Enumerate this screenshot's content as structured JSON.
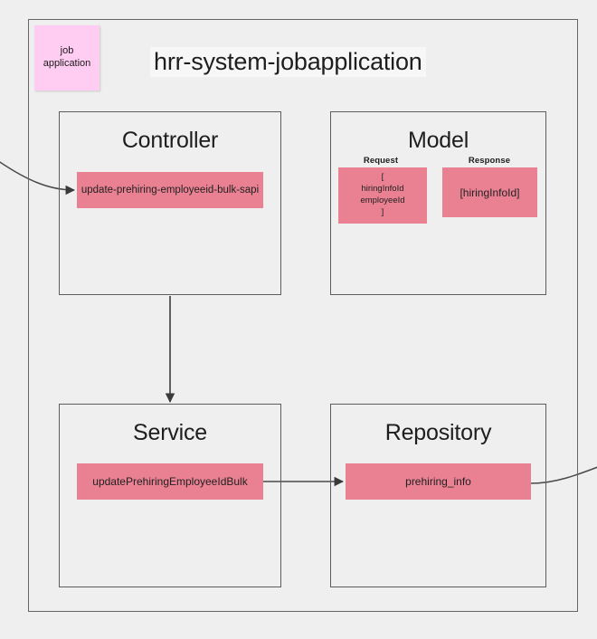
{
  "diagram": {
    "type": "layered-architecture-flow",
    "background_color": "#efefef",
    "accent_color": "#ea8193",
    "note_color": "#ffccf2",
    "border_color": "#5d5d5d",
    "title": "hrr-system-jobapplication",
    "sticky_note": {
      "line1": "job",
      "line2": "application"
    },
    "layers": [
      {
        "key": "controller",
        "title": "Controller",
        "items": [
          {
            "label": "update-prehiring-employeeid-bulk-sapi"
          }
        ]
      },
      {
        "key": "model",
        "title": "Model",
        "request_label": "Request",
        "response_label": "Response",
        "request_lines": [
          "[",
          "hiringInfoId",
          "employeeId",
          "]"
        ],
        "response_value": "[hiringInfoId]"
      },
      {
        "key": "service",
        "title": "Service",
        "items": [
          {
            "label": "updatePrehiringEmployeeIdBulk"
          }
        ]
      },
      {
        "key": "repository",
        "title": "Repository",
        "items": [
          {
            "label": "prehiring_info"
          }
        ]
      }
    ],
    "connectors": [
      {
        "name": "external-to-controller",
        "from": "outside-left",
        "to": "controller-endpoint",
        "style": "curved-arrow"
      },
      {
        "name": "controller-to-service",
        "from": "controller",
        "to": "service",
        "style": "straight-arrow-down"
      },
      {
        "name": "service-to-repository",
        "from": "service-method",
        "to": "repository-table",
        "style": "straight-arrow-right"
      },
      {
        "name": "repository-to-external",
        "from": "repository-table",
        "to": "outside-right",
        "style": "curved-line"
      }
    ]
  }
}
